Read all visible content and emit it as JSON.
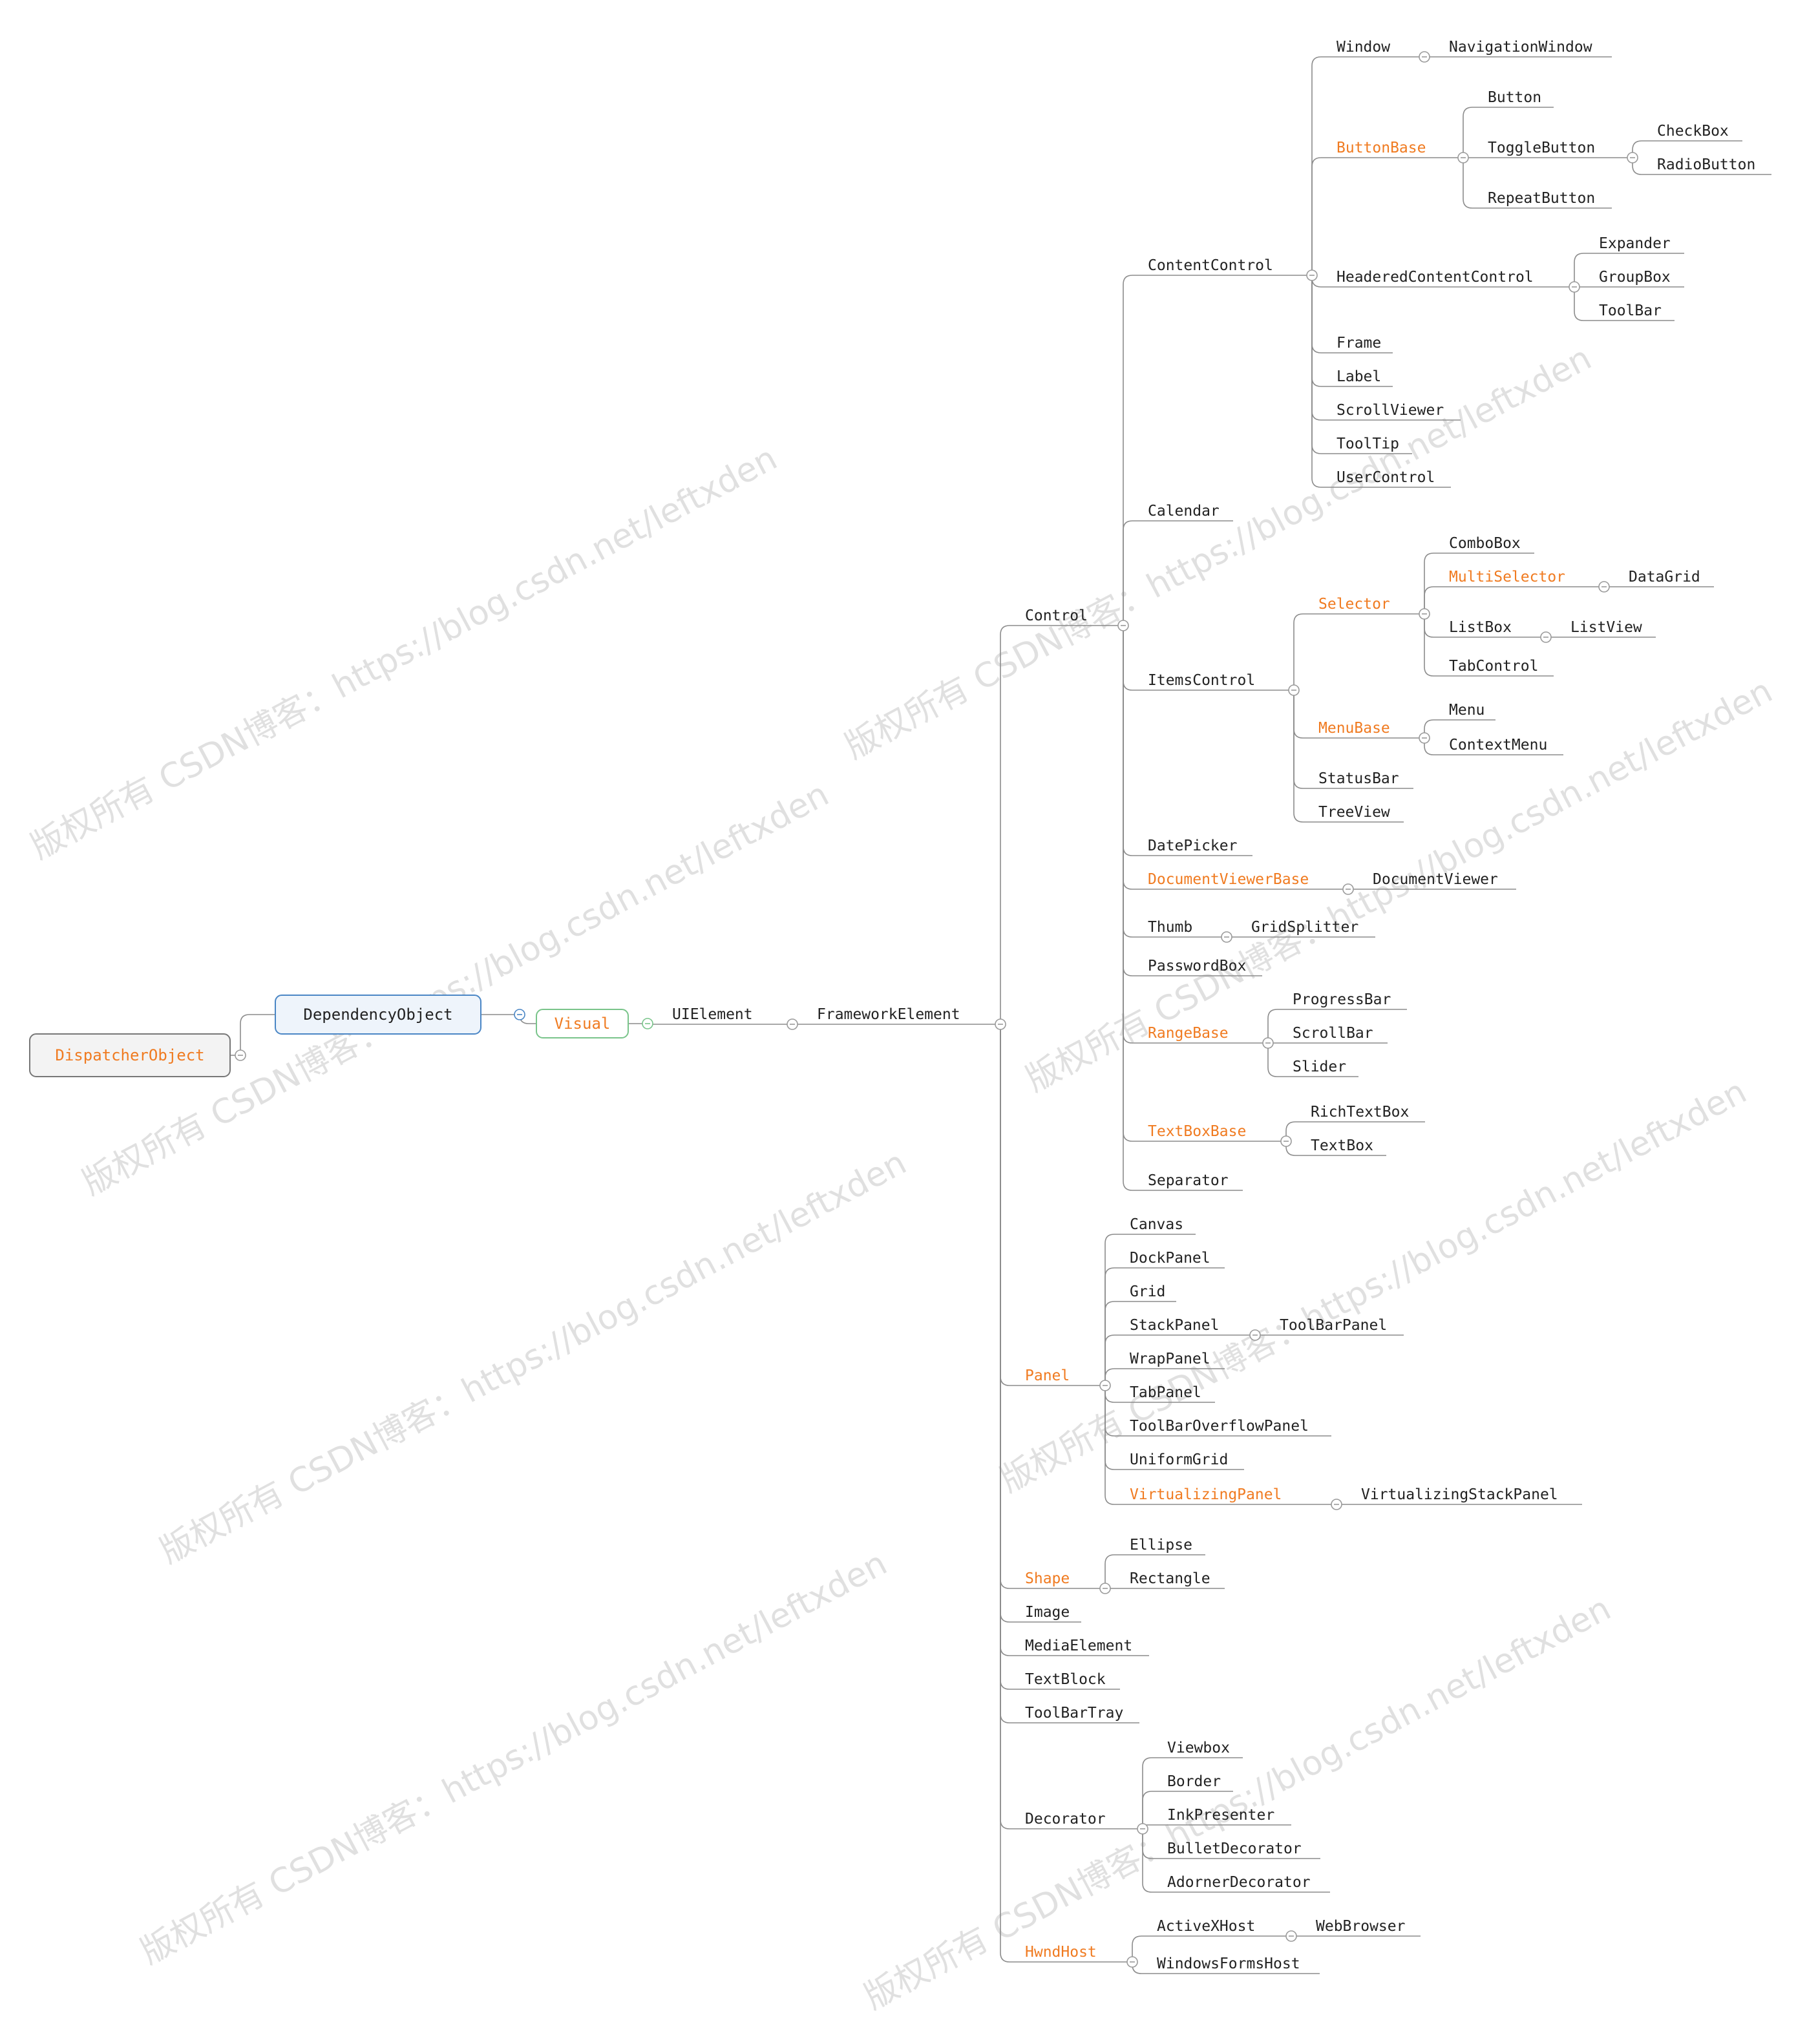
{
  "colors": {
    "abstract_text": "#f07b21",
    "concrete_text": "#222222",
    "line": "#8c8c8c",
    "root_border": "#777777",
    "root_fill": "#f3f3f3",
    "dep_border": "#4a86c5",
    "dep_fill": "#eef4fb",
    "visual_border": "#79c48a"
  },
  "watermarks": [
    "版权所有 CSDN博客：https://blog.csdn.net/leftxden",
    "版权所有 CSDN博客：https://blog.csdn.net/leftxden",
    "版权所有 CSDN博客：https://blog.csdn.net/leftxden",
    "版权所有 CSDN博客：https://blog.csdn.net/leftxden",
    "版权所有 CSDN博客：https://blog.csdn.net/leftxden",
    "版权所有 CSDN博客：https://blog.csdn.net/leftxden",
    "版权所有 CSDN博客：https://blog.csdn.net/leftxden",
    "版权所有 CSDN博客：https://blog.csdn.net/leftxden"
  ],
  "tree": {
    "name": "DispatcherObject",
    "abstract": true,
    "children": [
      {
        "name": "DependencyObject",
        "children": [
          {
            "name": "Visual",
            "abstract": true,
            "children": [
              {
                "name": "UIElement",
                "children": [
                  {
                    "name": "FrameworkElement",
                    "children": [
                      {
                        "name": "Control",
                        "children": [
                          {
                            "name": "ContentControl",
                            "children": [
                              {
                                "name": "Window",
                                "children": [
                                  {
                                    "name": "NavigationWindow"
                                  }
                                ]
                              },
                              {
                                "name": "ButtonBase",
                                "abstract": true,
                                "children": [
                                  {
                                    "name": "Button"
                                  },
                                  {
                                    "name": "ToggleButton",
                                    "children": [
                                      {
                                        "name": "CheckBox"
                                      },
                                      {
                                        "name": "RadioButton"
                                      }
                                    ]
                                  },
                                  {
                                    "name": "RepeatButton"
                                  }
                                ]
                              },
                              {
                                "name": "HeaderedContentControl",
                                "children": [
                                  {
                                    "name": "Expander"
                                  },
                                  {
                                    "name": "GroupBox"
                                  },
                                  {
                                    "name": "ToolBar"
                                  }
                                ]
                              },
                              {
                                "name": "Frame"
                              },
                              {
                                "name": "Label"
                              },
                              {
                                "name": "ScrollViewer"
                              },
                              {
                                "name": "ToolTip"
                              },
                              {
                                "name": "UserControl"
                              }
                            ]
                          },
                          {
                            "name": "Calendar"
                          },
                          {
                            "name": "ItemsControl",
                            "children": [
                              {
                                "name": "Selector",
                                "abstract": true,
                                "children": [
                                  {
                                    "name": "ComboBox"
                                  },
                                  {
                                    "name": "MultiSelector",
                                    "abstract": true,
                                    "children": [
                                      {
                                        "name": "DataGrid"
                                      }
                                    ]
                                  },
                                  {
                                    "name": "ListBox",
                                    "children": [
                                      {
                                        "name": "ListView"
                                      }
                                    ]
                                  },
                                  {
                                    "name": "TabControl"
                                  }
                                ]
                              },
                              {
                                "name": "MenuBase",
                                "abstract": true,
                                "children": [
                                  {
                                    "name": "Menu"
                                  },
                                  {
                                    "name": "ContextMenu"
                                  }
                                ]
                              },
                              {
                                "name": "StatusBar"
                              },
                              {
                                "name": "TreeView"
                              }
                            ]
                          },
                          {
                            "name": "DatePicker"
                          },
                          {
                            "name": "DocumentViewerBase",
                            "abstract": true,
                            "children": [
                              {
                                "name": "DocumentViewer"
                              }
                            ]
                          },
                          {
                            "name": "Thumb",
                            "children": [
                              {
                                "name": "GridSplitter"
                              }
                            ]
                          },
                          {
                            "name": "PasswordBox"
                          },
                          {
                            "name": "RangeBase",
                            "abstract": true,
                            "children": [
                              {
                                "name": "ProgressBar"
                              },
                              {
                                "name": "ScrollBar"
                              },
                              {
                                "name": "Slider"
                              }
                            ]
                          },
                          {
                            "name": "TextBoxBase",
                            "abstract": true,
                            "children": [
                              {
                                "name": "RichTextBox"
                              },
                              {
                                "name": "TextBox"
                              }
                            ]
                          },
                          {
                            "name": "Separator"
                          }
                        ]
                      },
                      {
                        "name": "Panel",
                        "abstract": true,
                        "children": [
                          {
                            "name": "Canvas"
                          },
                          {
                            "name": "DockPanel"
                          },
                          {
                            "name": "Grid"
                          },
                          {
                            "name": "StackPanel",
                            "children": [
                              {
                                "name": "ToolBarPanel"
                              }
                            ]
                          },
                          {
                            "name": "WrapPanel"
                          },
                          {
                            "name": "TabPanel"
                          },
                          {
                            "name": "ToolBarOverflowPanel"
                          },
                          {
                            "name": "UniformGrid"
                          },
                          {
                            "name": "VirtualizingPanel",
                            "abstract": true,
                            "children": [
                              {
                                "name": "VirtualizingStackPanel"
                              }
                            ]
                          }
                        ]
                      },
                      {
                        "name": "Shape",
                        "abstract": true,
                        "children": [
                          {
                            "name": "Ellipse"
                          },
                          {
                            "name": "Rectangle"
                          }
                        ]
                      },
                      {
                        "name": "Image"
                      },
                      {
                        "name": "MediaElement"
                      },
                      {
                        "name": "TextBlock"
                      },
                      {
                        "name": "ToolBarTray"
                      },
                      {
                        "name": "Decorator",
                        "children": [
                          {
                            "name": "Viewbox"
                          },
                          {
                            "name": "Border"
                          },
                          {
                            "name": "InkPresenter"
                          },
                          {
                            "name": "BulletDecorator"
                          },
                          {
                            "name": "AdornerDecorator"
                          }
                        ]
                      },
                      {
                        "name": "HwndHost",
                        "abstract": true,
                        "children": [
                          {
                            "name": "ActiveXHost",
                            "children": [
                              {
                                "name": "WebBrowser"
                              }
                            ]
                          },
                          {
                            "name": "WindowsFormsHost"
                          }
                        ]
                      }
                    ]
                  }
                ]
              }
            ]
          }
        ]
      }
    ]
  }
}
